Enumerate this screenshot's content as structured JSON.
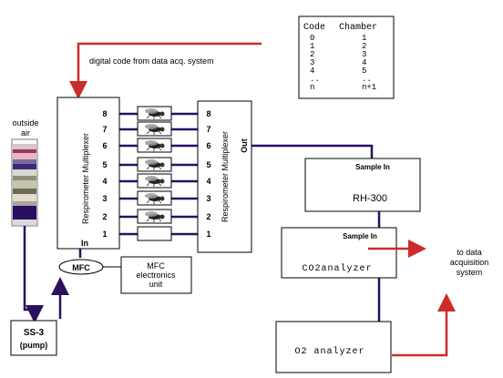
{
  "code_table": {
    "header_code": "Code",
    "header_chamber": "Chamber",
    "rows": [
      {
        "code": "0",
        "chamber": "1"
      },
      {
        "code": "1",
        "chamber": "2"
      },
      {
        "code": "2",
        "chamber": "3"
      },
      {
        "code": "3",
        "chamber": "4"
      },
      {
        "code": "4",
        "chamber": "5"
      },
      {
        "code": "..",
        "chamber": ".."
      },
      {
        "code": "n",
        "chamber": "n+1"
      }
    ]
  },
  "digital_code_label": "digital code from data acq. system",
  "outside_air_label": [
    "outside",
    "air"
  ],
  "multiplexer_left": {
    "label": "Respirometer Multiplexer",
    "port_in": "In"
  },
  "multiplexer_right": {
    "label": "Respirometer Multiplexer",
    "port_out": "Out"
  },
  "chamber_numbers": [
    "8",
    "7",
    "6",
    "5",
    "4",
    "3",
    "2",
    "1"
  ],
  "mfc_label": "MFC",
  "mfc_unit_label": [
    "MFC",
    "electronics",
    "unit"
  ],
  "rh300": {
    "sample_in": "Sample In",
    "name": "RH-300"
  },
  "co2": {
    "sample_in": "Sample In",
    "name": "CO2analyzer"
  },
  "o2": {
    "name": "O2 analyzer"
  },
  "pump": {
    "name": "SS-3",
    "sub": "(pump)"
  },
  "to_data_label": [
    "to data",
    "acquisition",
    "system"
  ],
  "colors": {
    "tube": "#2b1060",
    "signal": "#cc2b2b",
    "black": "#000000"
  }
}
